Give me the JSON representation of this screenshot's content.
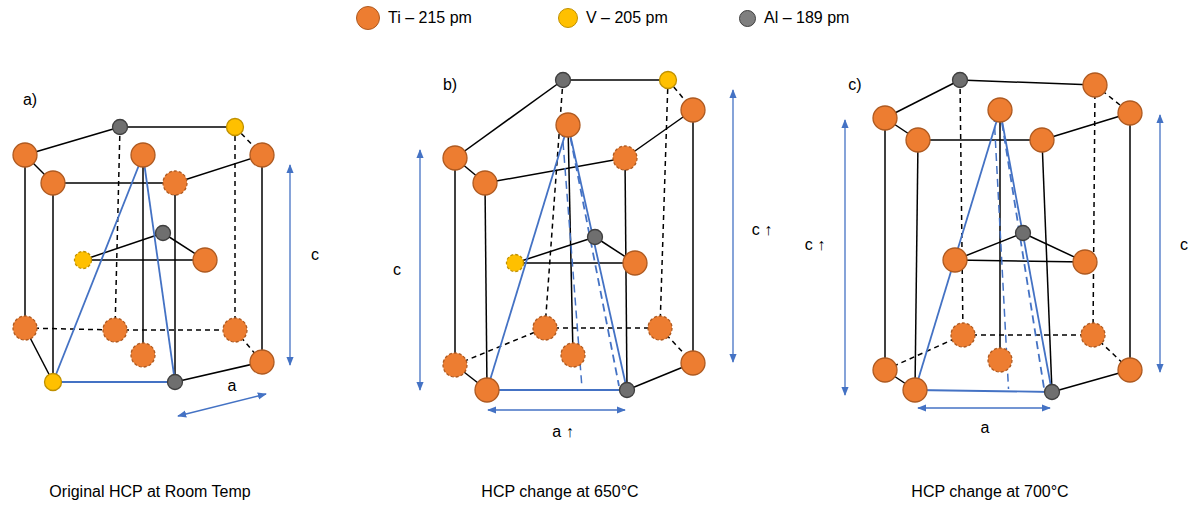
{
  "diagram": {
    "labels": [
      "a)",
      "c",
      "a",
      "Original HCP at Room Temp",
      "b)",
      "c",
      "c ↑",
      "a ↑",
      "HCP change at 650°C",
      "c)",
      "c ↑",
      "c",
      "a",
      "HCP change at 700°C"
    ],
    "legend": [
      {
        "text": "Ti – 215 pm",
        "color": "#ed7d31"
      },
      {
        "text": "V – 205 pm",
        "color": "#ffc000"
      },
      {
        "text": "Al – 189 pm",
        "color": "#7f7f7f"
      }
    ]
  }
}
